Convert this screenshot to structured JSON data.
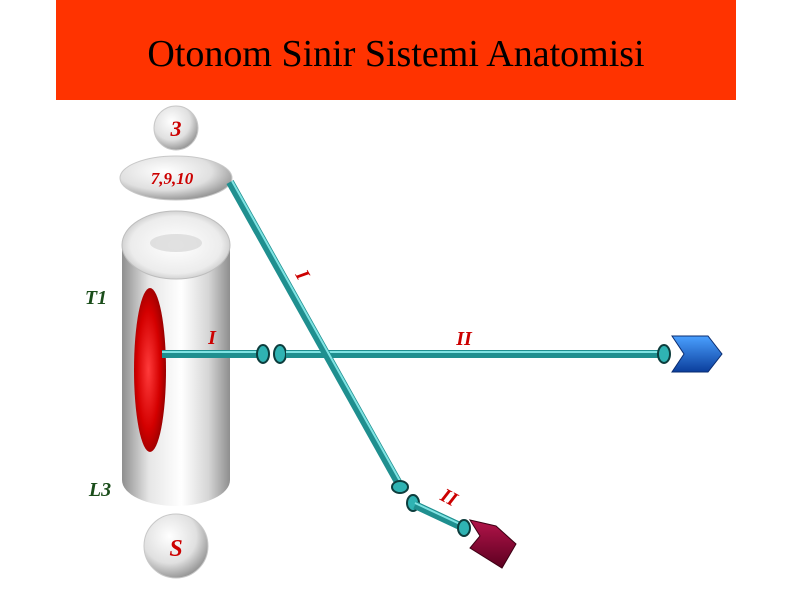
{
  "title": "Otonom Sinir Sistemi Anatomisi",
  "labels": {
    "cranial_top": "3",
    "cranial_nerves": "7,9,10",
    "t1": "T1",
    "l3": "L3",
    "sacral": "S",
    "preganglionic_horizontal": "I",
    "postganglionic_horizontal": "II",
    "preganglionic_diagonal": "I",
    "postganglionic_diagonal": "II"
  },
  "colors": {
    "title_bar": "#ff3300",
    "nerve_fiber": "#2fb3b3",
    "label_red": "#cc0000",
    "label_green": "#1a4d1a",
    "target_blue": "#1e6fe0",
    "target_maroon": "#990033"
  }
}
